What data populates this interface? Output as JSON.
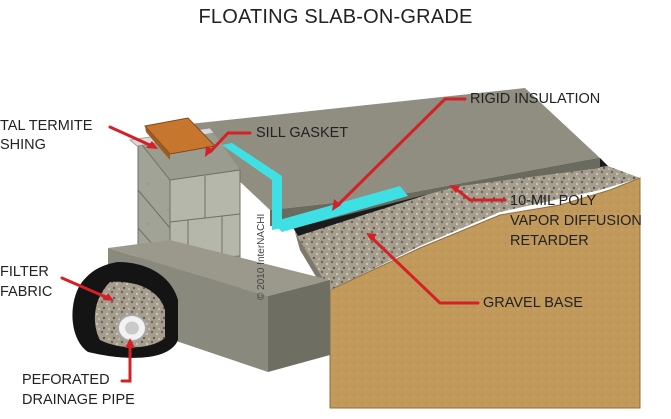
{
  "title": "FLOATING SLAB-ON-GRADE",
  "labels": {
    "termite_1": "TAL TERMITE",
    "termite_2": "SHING",
    "sill_gasket": "SILL GASKET",
    "rigid_insulation": "RIGID INSULATION",
    "poly_1": "10-MIL POLY",
    "poly_2": "VAPOR DIFFUSION",
    "poly_3": "RETARDER",
    "filter_1": "FILTER",
    "filter_2": "FABRIC",
    "gravel_base": "GRAVEL BASE",
    "pipe_1": "PEFORATED",
    "pipe_2": "DRAINAGE PIPE"
  },
  "copyright": "© 2010 InterNACHI",
  "colors": {
    "leader": "#d42027",
    "insulation": "#3fe0e4",
    "concrete": "#8e8d7f",
    "gravel": "#a59d8d",
    "soil": "#c19a5b",
    "poly": "#1b1b1b",
    "wood": "#c6772d"
  }
}
